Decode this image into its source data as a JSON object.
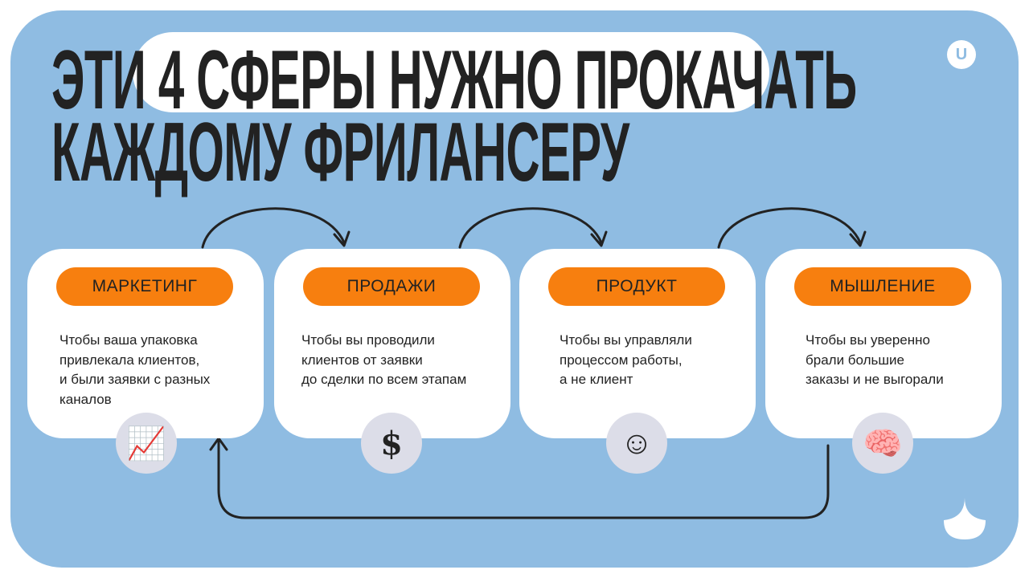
{
  "title": {
    "line1_prefix": "ЭТИ",
    "line1_highlight": "4 СФЕРЫ НУЖНО ПРОКАЧАТЬ",
    "line2": "КАЖДОМУ ФРИЛАНСЕРУ"
  },
  "logo": "U",
  "colors": {
    "background": "#8fbce2",
    "accent": "#f77f0f",
    "card": "#ffffff",
    "icon_bg": "#dcdde8"
  },
  "cards": [
    {
      "tag": "МАРКЕТИНГ",
      "text": "Чтобы ваша упаковка\nпривлекала клиентов,\nи были заявки с разных\nканалов",
      "icon": "growth-chart-icon",
      "glyph": "📈"
    },
    {
      "tag": "ПРОДАЖИ",
      "text": "Чтобы вы проводили\nклиентов от заявки\nдо сделки по всем этапам",
      "icon": "dollar-icon",
      "glyph": "$"
    },
    {
      "tag": "ПРОДУКТ",
      "text": "Чтобы вы управляли\nпроцессом работы,\nа не клиент",
      "icon": "woman-face-icon",
      "glyph": "☺"
    },
    {
      "tag": "МЫШЛЕНИЕ",
      "text": "Чтобы вы уверенно\nбрали большие\nзаказы и не выгорали",
      "icon": "brain-icon",
      "glyph": "🧠"
    }
  ]
}
